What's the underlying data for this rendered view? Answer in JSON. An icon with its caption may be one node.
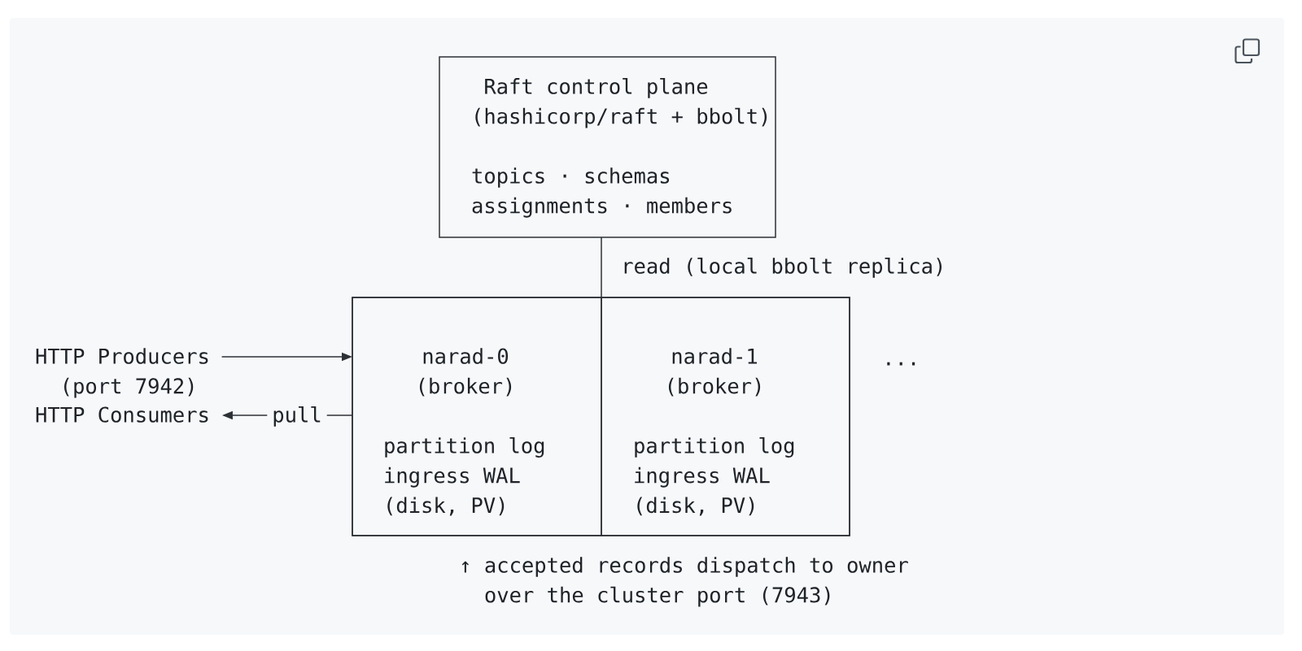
{
  "diagram": {
    "nodes": [
      {
        "text": [
          "Raft control plane (hashicorp/raft + bbolt)",
          "topics · schemas assignments · members"
        ]
      },
      {
        "text": [],
        "shape": "box"
      },
      {
        "text": [
          "narad-0 (broker)",
          "partition log ingress WAL (disk, PV)"
        ],
        "in": 1
      },
      {
        "text": [
          "narad-1 (broker)",
          "partition log ingress WAL (disk, PV)"
        ],
        "in": 1
      },
      {
        "text": [
          "HTTP Producers (port 7942)"
        ]
      },
      {
        "text": [
          "HTTP Consumers"
        ]
      }
    ],
    "edges": [
      {
        "from": 0,
        "to": 1,
        "arrow": "none",
        "label": "read (local bbolt replica)"
      },
      {
        "from": 4,
        "to": 1,
        "arrow": "to"
      },
      {
        "from": 1,
        "to": 5,
        "arrow": "to",
        "label": "pull"
      }
    ],
    "labels": [
      "...",
      "↑ accepted records dispatch to owner over the cluster port (7943)"
    ]
  }
}
